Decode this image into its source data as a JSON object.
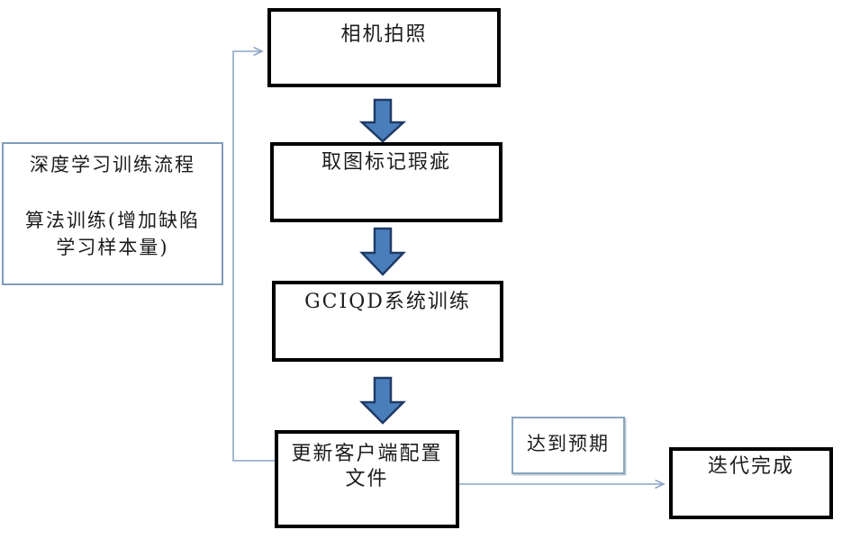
{
  "diagram": {
    "type": "flowchart",
    "side_note": {
      "line1": "深度学习训练流程",
      "line2": "算法训练(增加缺陷",
      "line3": "学习样本量)"
    },
    "nodes": {
      "camera": {
        "label": "相机拍照"
      },
      "mark_defects": {
        "label": "取图标记瑕疵"
      },
      "system_training": {
        "label": "GCIQD系统训练"
      },
      "update_config": {
        "line1": "更新客户端配置",
        "line2": "文件"
      },
      "iteration_done": {
        "label": "迭代完成"
      }
    },
    "edge_label": "达到预期",
    "edges": {
      "vertical_flow": [
        "camera",
        "mark_defects",
        "system_training",
        "update_config"
      ],
      "feedback": {
        "from": "update_config",
        "to": "camera"
      },
      "finish": {
        "from": "update_config",
        "to": "iteration_done",
        "label": "达到预期"
      }
    },
    "colors": {
      "node_border": "#000000",
      "text": "#1c1c1c",
      "block_arrow_fill": "#4a7ebb",
      "block_arrow_stroke": "#1f3b66",
      "connector_line": "#8ca6c6",
      "note_border": "#7f9db9",
      "background": "#ffffff"
    }
  }
}
